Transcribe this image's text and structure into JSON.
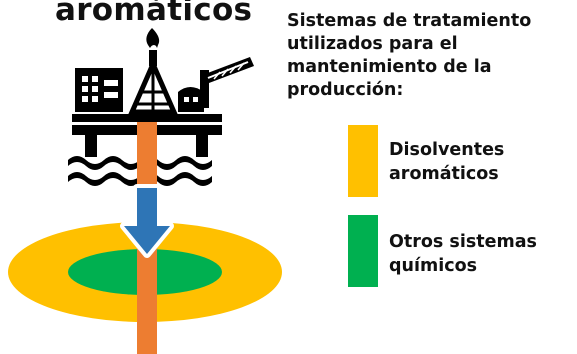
{
  "diagram": {
    "title": "aromáticos",
    "legend_title": "Sistemas de tratamiento utilizados para el mantenimiento de la producción:",
    "legend": [
      {
        "label": "Disolventes aromáticos",
        "color": "#FFC000"
      },
      {
        "label": "Otros sistemas químicos",
        "color": "#00B050"
      }
    ],
    "pipe_color": "#ED7D31",
    "arrow_color": "#2E75B6",
    "icons": [
      "oil-platform-icon",
      "flame-icon",
      "down-arrow-icon"
    ]
  }
}
